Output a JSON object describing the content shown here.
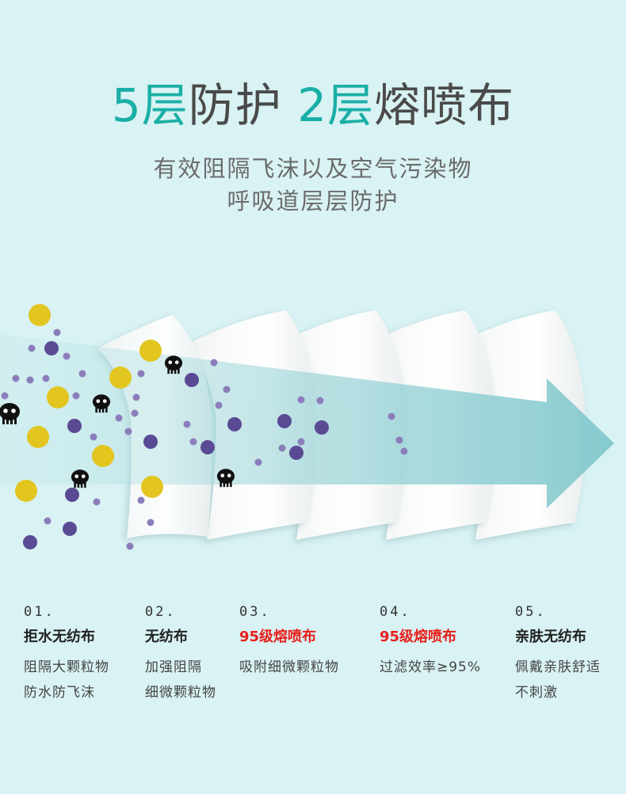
{
  "headline": {
    "part1_accent": "5层",
    "part2": "防护",
    "part3_accent": "2层",
    "part4": "熔喷布"
  },
  "subtitle": {
    "line1": "有效阻隔飞沫以及空气污染物",
    "line2": "呼吸道层层防护"
  },
  "colors": {
    "accent": "#1aafa6",
    "background": "#d9f2f3",
    "highlight_red": "#e8201c",
    "particle_yellow": "#e2c51f",
    "particle_purple": "#5a4a93",
    "arrow": "#8fcfd3"
  },
  "icons": [
    "skull-germ-icon",
    "yellow-particle",
    "purple-particle"
  ],
  "layers": [
    {
      "num": "01.",
      "name": "拒水无纺布",
      "highlight": false,
      "desc1": "阻隔大颗粒物",
      "desc2": "防水防飞沫"
    },
    {
      "num": "02.",
      "name": "无纺布",
      "highlight": false,
      "desc1": "加强阻隔",
      "desc2": "细微颗粒物"
    },
    {
      "num": "03.",
      "name": "95级熔喷布",
      "highlight": true,
      "desc1": "吸附细微颗粒物",
      "desc2": ""
    },
    {
      "num": "04.",
      "name": "95级熔喷布",
      "highlight": true,
      "desc1": "过滤效率≥95%",
      "desc2": ""
    },
    {
      "num": "05.",
      "name": "亲肤无纺布",
      "highlight": false,
      "desc1": "佩戴亲肤舒适",
      "desc2": "不刺激"
    }
  ]
}
